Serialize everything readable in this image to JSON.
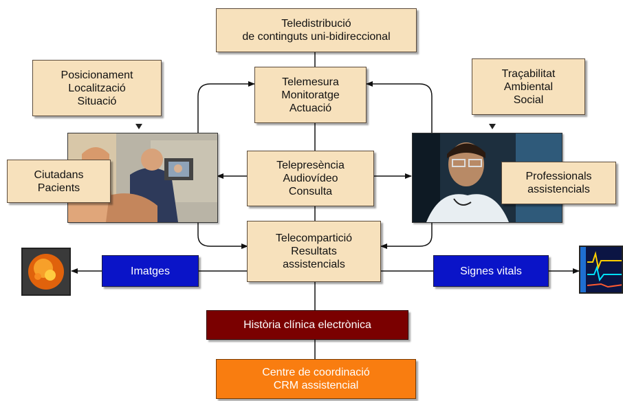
{
  "boxes": {
    "teledistribucio": "Teledistribució\nde continguts uni-bidireccional",
    "posicionament": "Posicionament\nLocalització\nSituació",
    "tracabilitat": "Traçabilitat\nAmbiental\nSocial",
    "telemesura": "Telemesura\nMonitoratge\nActuació",
    "telepresencia": "Telepresència\nAudiovídeo\nConsulta",
    "telecomparticio": "Telecompartició\nResultats\nassistencials",
    "ciutadans": "Ciutadans\nPacients",
    "professionals": "Professionals\nassistencials",
    "imatges": "Imatges",
    "signes": "Signes vitals",
    "historia": "Història clínica electrònica",
    "centre": "Centre de coordinació\nCRM assistencial"
  },
  "images": {
    "patients_photo": "photo-of-patient-consultation",
    "professional_photo": "photo-of-doctor",
    "imatges_thumb": "medical-scan-icon",
    "signes_thumb": "vital-signs-monitor-icon"
  },
  "colors": {
    "box_fill": "#f7e1bc",
    "blue": "#0a14c8",
    "dark_red": "#7a0000",
    "orange": "#f97d10"
  }
}
